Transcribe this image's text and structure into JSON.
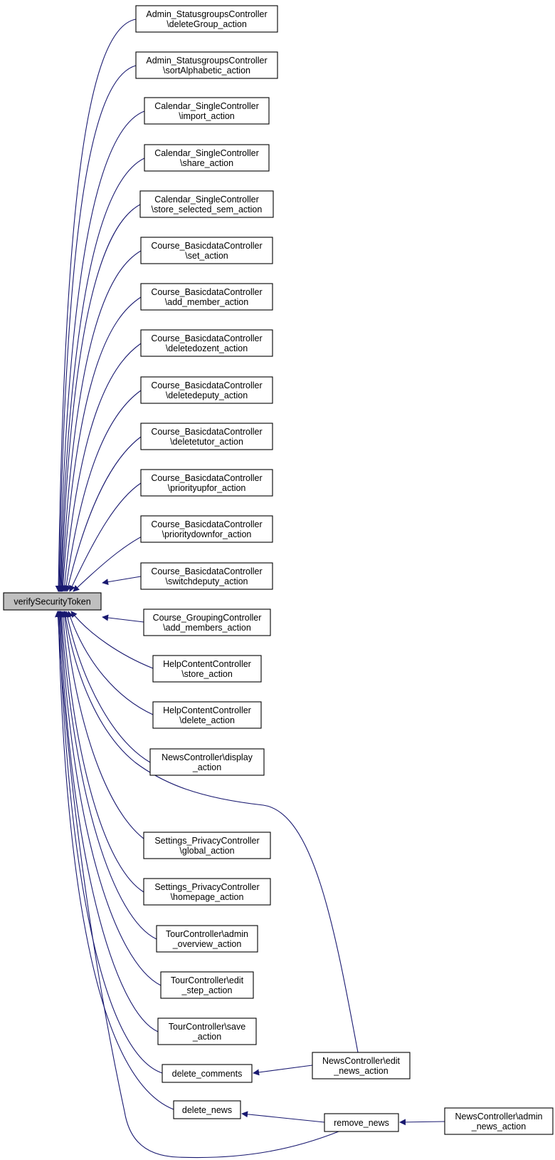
{
  "graph": {
    "root": {
      "id": "root",
      "label": "verifySecurityToken"
    },
    "callers": [
      {
        "id": "n1",
        "lines": [
          "Admin_StatusgroupsController",
          "\\deleteGroup_action"
        ]
      },
      {
        "id": "n2",
        "lines": [
          "Admin_StatusgroupsController",
          "\\sortAlphabetic_action"
        ]
      },
      {
        "id": "n3",
        "lines": [
          "Calendar_SingleController",
          "\\import_action"
        ]
      },
      {
        "id": "n4",
        "lines": [
          "Calendar_SingleController",
          "\\share_action"
        ]
      },
      {
        "id": "n5",
        "lines": [
          "Calendar_SingleController",
          "\\store_selected_sem_action"
        ]
      },
      {
        "id": "n6",
        "lines": [
          "Course_BasicdataController",
          "\\set_action"
        ]
      },
      {
        "id": "n7",
        "lines": [
          "Course_BasicdataController",
          "\\add_member_action"
        ]
      },
      {
        "id": "n8",
        "lines": [
          "Course_BasicdataController",
          "\\deletedozent_action"
        ]
      },
      {
        "id": "n9",
        "lines": [
          "Course_BasicdataController",
          "\\deletedeputy_action"
        ]
      },
      {
        "id": "n10",
        "lines": [
          "Course_BasicdataController",
          "\\deletetutor_action"
        ]
      },
      {
        "id": "n11",
        "lines": [
          "Course_BasicdataController",
          "\\priorityupfor_action"
        ]
      },
      {
        "id": "n12",
        "lines": [
          "Course_BasicdataController",
          "\\prioritydownfor_action"
        ]
      },
      {
        "id": "n13",
        "lines": [
          "Course_BasicdataController",
          "\\switchdeputy_action"
        ]
      },
      {
        "id": "n14",
        "lines": [
          "Course_GroupingController",
          "\\add_members_action"
        ]
      },
      {
        "id": "n15",
        "lines": [
          "HelpContentController",
          "\\store_action"
        ]
      },
      {
        "id": "n16",
        "lines": [
          "HelpContentController",
          "\\delete_action"
        ]
      },
      {
        "id": "n17",
        "lines": [
          "NewsController\\display",
          "_action"
        ]
      },
      {
        "id": "n18",
        "lines": [
          "Settings_PrivacyController",
          "\\global_action"
        ]
      },
      {
        "id": "n19",
        "lines": [
          "Settings_PrivacyController",
          "\\homepage_action"
        ]
      },
      {
        "id": "n20",
        "lines": [
          "TourController\\admin",
          "_overview_action"
        ]
      },
      {
        "id": "n21",
        "lines": [
          "TourController\\edit",
          "_step_action"
        ]
      },
      {
        "id": "n22",
        "lines": [
          "TourController\\save",
          "_action"
        ]
      },
      {
        "id": "n23",
        "lines": [
          "delete_comments"
        ]
      },
      {
        "id": "n24",
        "lines": [
          "delete_news"
        ]
      },
      {
        "id": "n25",
        "lines": [
          "NewsController\\edit",
          "_news_action"
        ]
      },
      {
        "id": "n26",
        "lines": [
          "remove_news"
        ]
      },
      {
        "id": "n27",
        "lines": [
          "NewsController\\admin",
          "_news_action"
        ]
      }
    ],
    "colors": {
      "edge": "#191970",
      "root_fill": "#bfbfbf",
      "box_fill": "#ffffff",
      "border": "#000000"
    }
  }
}
